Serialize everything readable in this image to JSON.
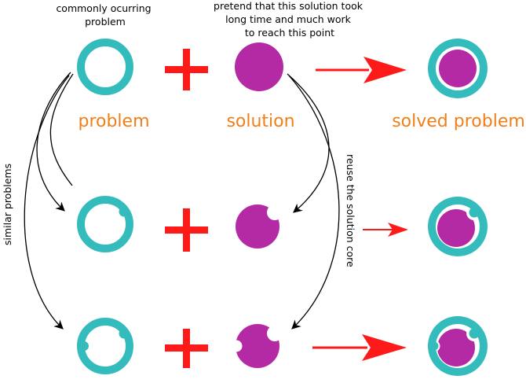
{
  "notes": {
    "top_left": [
      "commonly ocurring",
      "problem"
    ],
    "top_middle": [
      "pretend that this solution took",
      "long time and much work",
      "to reach this point"
    ],
    "left_vertical": "similar problems",
    "right_vertical": "reuse the solution core"
  },
  "labels": {
    "problem": "problem",
    "solution": "solution",
    "solved": "solved problem"
  },
  "colors": {
    "ring": "#34bcbc",
    "solution": "#b42aa4",
    "plus": "#ff1a1a",
    "arrow_red": "#ff1a1a",
    "label": "#f07f1a",
    "curve": "#000000"
  },
  "rows": [
    {
      "problem_notches": 0,
      "solution_bites": 0,
      "arrow": "long"
    },
    {
      "problem_notches": 1,
      "solution_bites": 1,
      "arrow": "short"
    },
    {
      "problem_notches": 2,
      "solution_bites": 2,
      "arrow": "long"
    }
  ]
}
